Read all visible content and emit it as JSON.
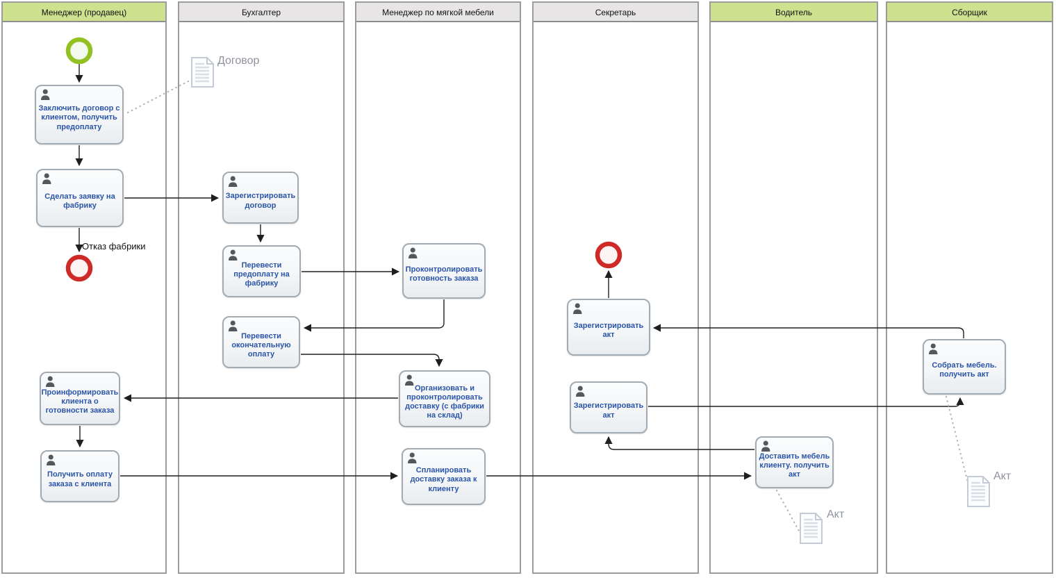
{
  "colors": {
    "lane_green": "#cde18f",
    "lane_gray": "#e7e5e6",
    "lane_border": "#9b9b9b",
    "task_border": "#a2aab2",
    "task_text": "#2a55a8",
    "start_event_green": "#94c122",
    "end_event_red": "#ce2b28",
    "document_gray": "#c5cbd6",
    "doc_label_gray": "#8d929c",
    "connector_black": "#1f1f1f",
    "association_dotted_gray": "#b4b4b4"
  },
  "icons": {
    "task_marker": "user-icon",
    "data_object": "document-icon",
    "start": "start-event-circle",
    "end": "end-event-circle"
  },
  "lanes": [
    {
      "label": "Менеджер (продавец)"
    },
    {
      "label": "Бухгалтер"
    },
    {
      "label": "Менеджер по мягкой мебели"
    },
    {
      "label": "Секретарь"
    },
    {
      "label": "Водитель"
    },
    {
      "label": "Сборщик"
    }
  ],
  "tasks": {
    "conclude_contract": {
      "label": "Заключить договор с клиентом, получить предоплату"
    },
    "factory_request": {
      "label": "Сделать заявку на фабрику"
    },
    "inform_client": {
      "label": "Проинформировать клиента о готовности заказа"
    },
    "receive_payment": {
      "label": "Получить оплату заказа с клиента"
    },
    "register_contract": {
      "label": "Зарегистрировать договор"
    },
    "transfer_prepayment": {
      "label": "Перевести предоплату на фабрику"
    },
    "transfer_final_payment": {
      "label": "Перевести окончательную оплату"
    },
    "control_readiness": {
      "label": "Проконтролировать готовность заказа"
    },
    "organize_delivery": {
      "label": "Организовать и проконтролировать доставку (с фабрики на склад)"
    },
    "plan_delivery": {
      "label": "Спланировать доставку заказа к клиенту"
    },
    "register_act_1": {
      "label": "Зарегистрировать акт"
    },
    "register_act_2": {
      "label": "Зарегистрировать акт"
    },
    "deliver_furniture": {
      "label": "Доставить мебель клиенту. получить акт"
    },
    "assemble_furniture": {
      "label": "Собрать мебель. получить акт"
    }
  },
  "events": {
    "start": {
      "type": "start"
    },
    "end_factory_refusal": {
      "type": "end",
      "label": "Отказ фабрики"
    },
    "end_final": {
      "type": "end"
    }
  },
  "documents": {
    "dogovor": {
      "label": "Договор"
    },
    "akt_driver": {
      "label": "Акт"
    },
    "akt_assembler": {
      "label": "Акт"
    }
  }
}
